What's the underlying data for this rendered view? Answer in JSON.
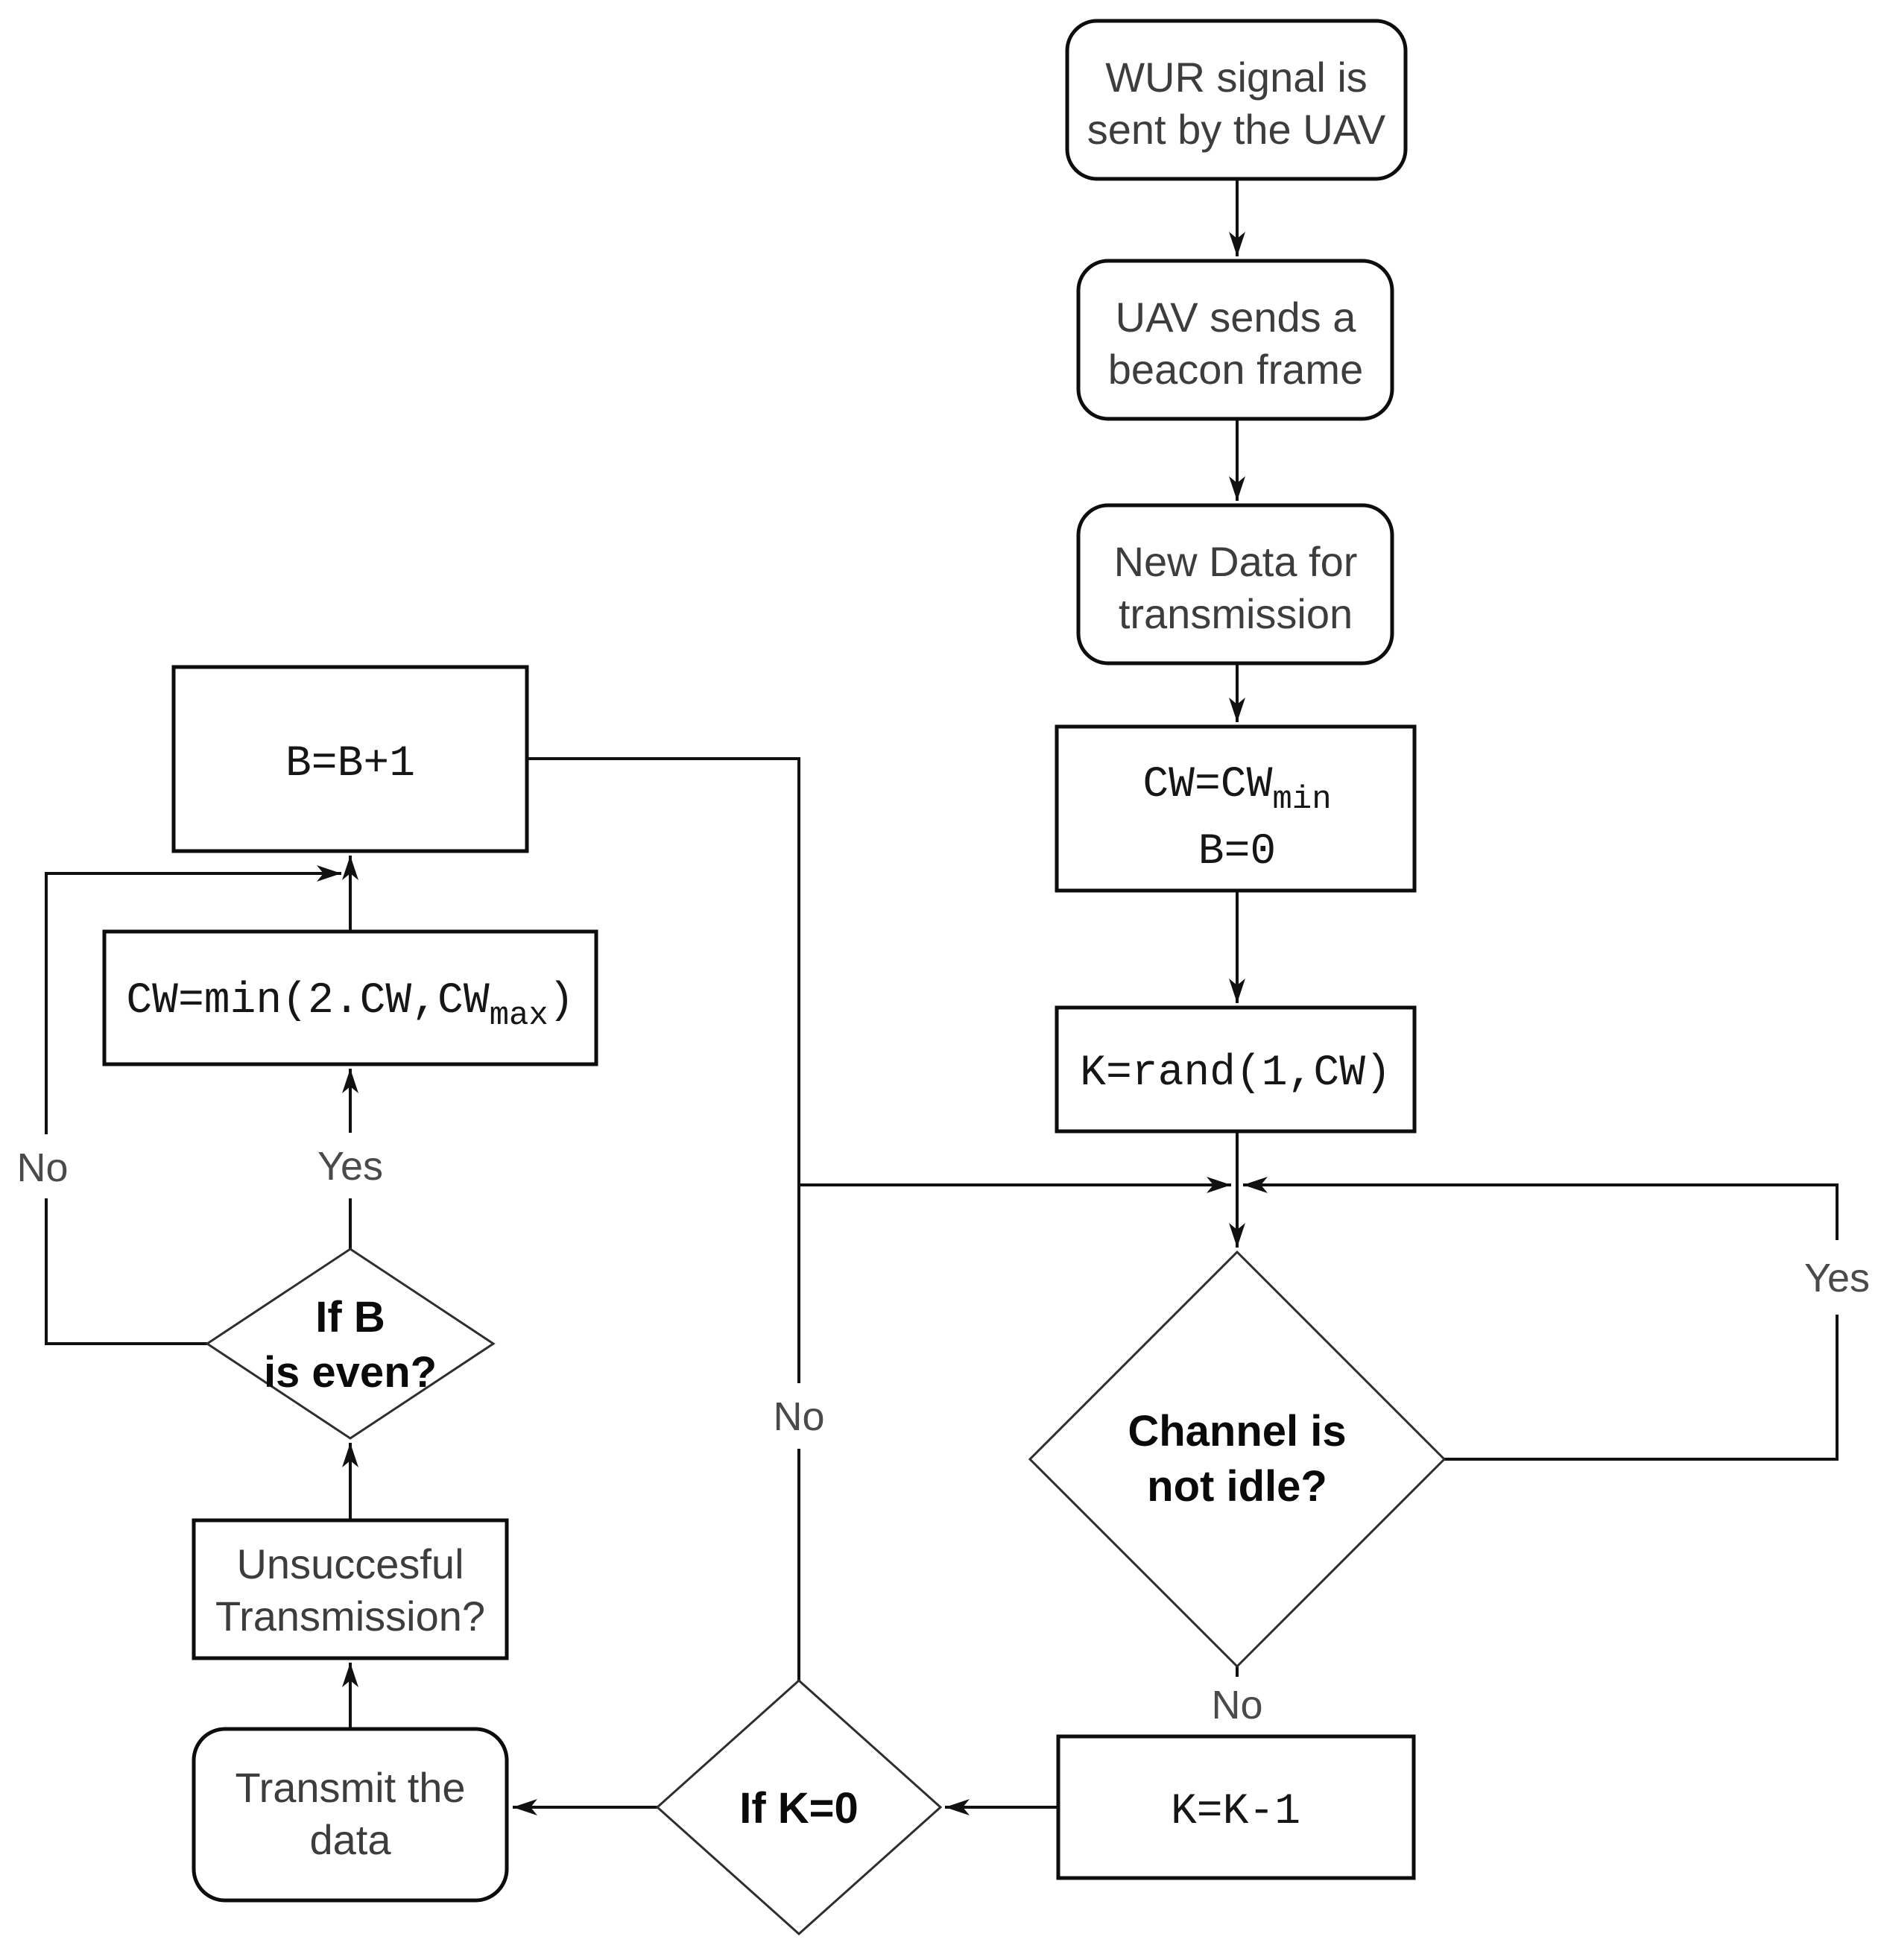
{
  "figure": {
    "description": "Flowchart of a WUR / UAV backoff channel-access algorithm",
    "colors": {
      "background": "#ffffff",
      "shape_stroke": "#0d0d0d",
      "diamond_stroke": "#2e2e2e",
      "edge_stroke": "#111111",
      "text": "#3d3d3d",
      "bold_text": "#0a0a0a",
      "mono_text": "#161616",
      "edge_label_text": "#4a4a4a"
    }
  },
  "nodes": {
    "wur_signal": {
      "shape": "rounded",
      "lines": [
        "WUR signal is",
        "sent by the UAV"
      ]
    },
    "beacon": {
      "shape": "rounded",
      "lines": [
        "UAV sends a",
        "beacon frame"
      ]
    },
    "new_data": {
      "shape": "rounded",
      "lines": [
        "New Data for",
        "transmission"
      ]
    },
    "cw_init": {
      "shape": "rect",
      "line1_base": "CW=CW",
      "line1_sub": "min",
      "line2": "B=0"
    },
    "k_rand": {
      "shape": "rect",
      "label": "K=rand(1,CW)"
    },
    "channel_idle": {
      "shape": "diamond",
      "lines": [
        "Channel is",
        "not idle?"
      ]
    },
    "k_decrement": {
      "shape": "rect",
      "label": "K=K-1"
    },
    "if_k_zero": {
      "shape": "diamond",
      "label": "If K=0"
    },
    "transmit": {
      "shape": "rounded",
      "lines": [
        "Transmit the",
        "data"
      ]
    },
    "unsuccessful": {
      "shape": "rect",
      "lines": [
        "Unsuccesful",
        "Transmission?"
      ]
    },
    "if_b_even": {
      "shape": "diamond",
      "lines": [
        "If B",
        "is even?"
      ]
    },
    "cw_update": {
      "shape": "rect",
      "base": "CW=min(2.CW,CW",
      "sub": "max",
      "tail": ")"
    },
    "b_increment": {
      "shape": "rect",
      "label": "B=B+1"
    }
  },
  "edge_labels": {
    "channel_yes": "Yes",
    "channel_no": "No",
    "if_k_zero_no": "No",
    "if_b_even_yes": "Yes",
    "if_b_even_no": "No"
  }
}
